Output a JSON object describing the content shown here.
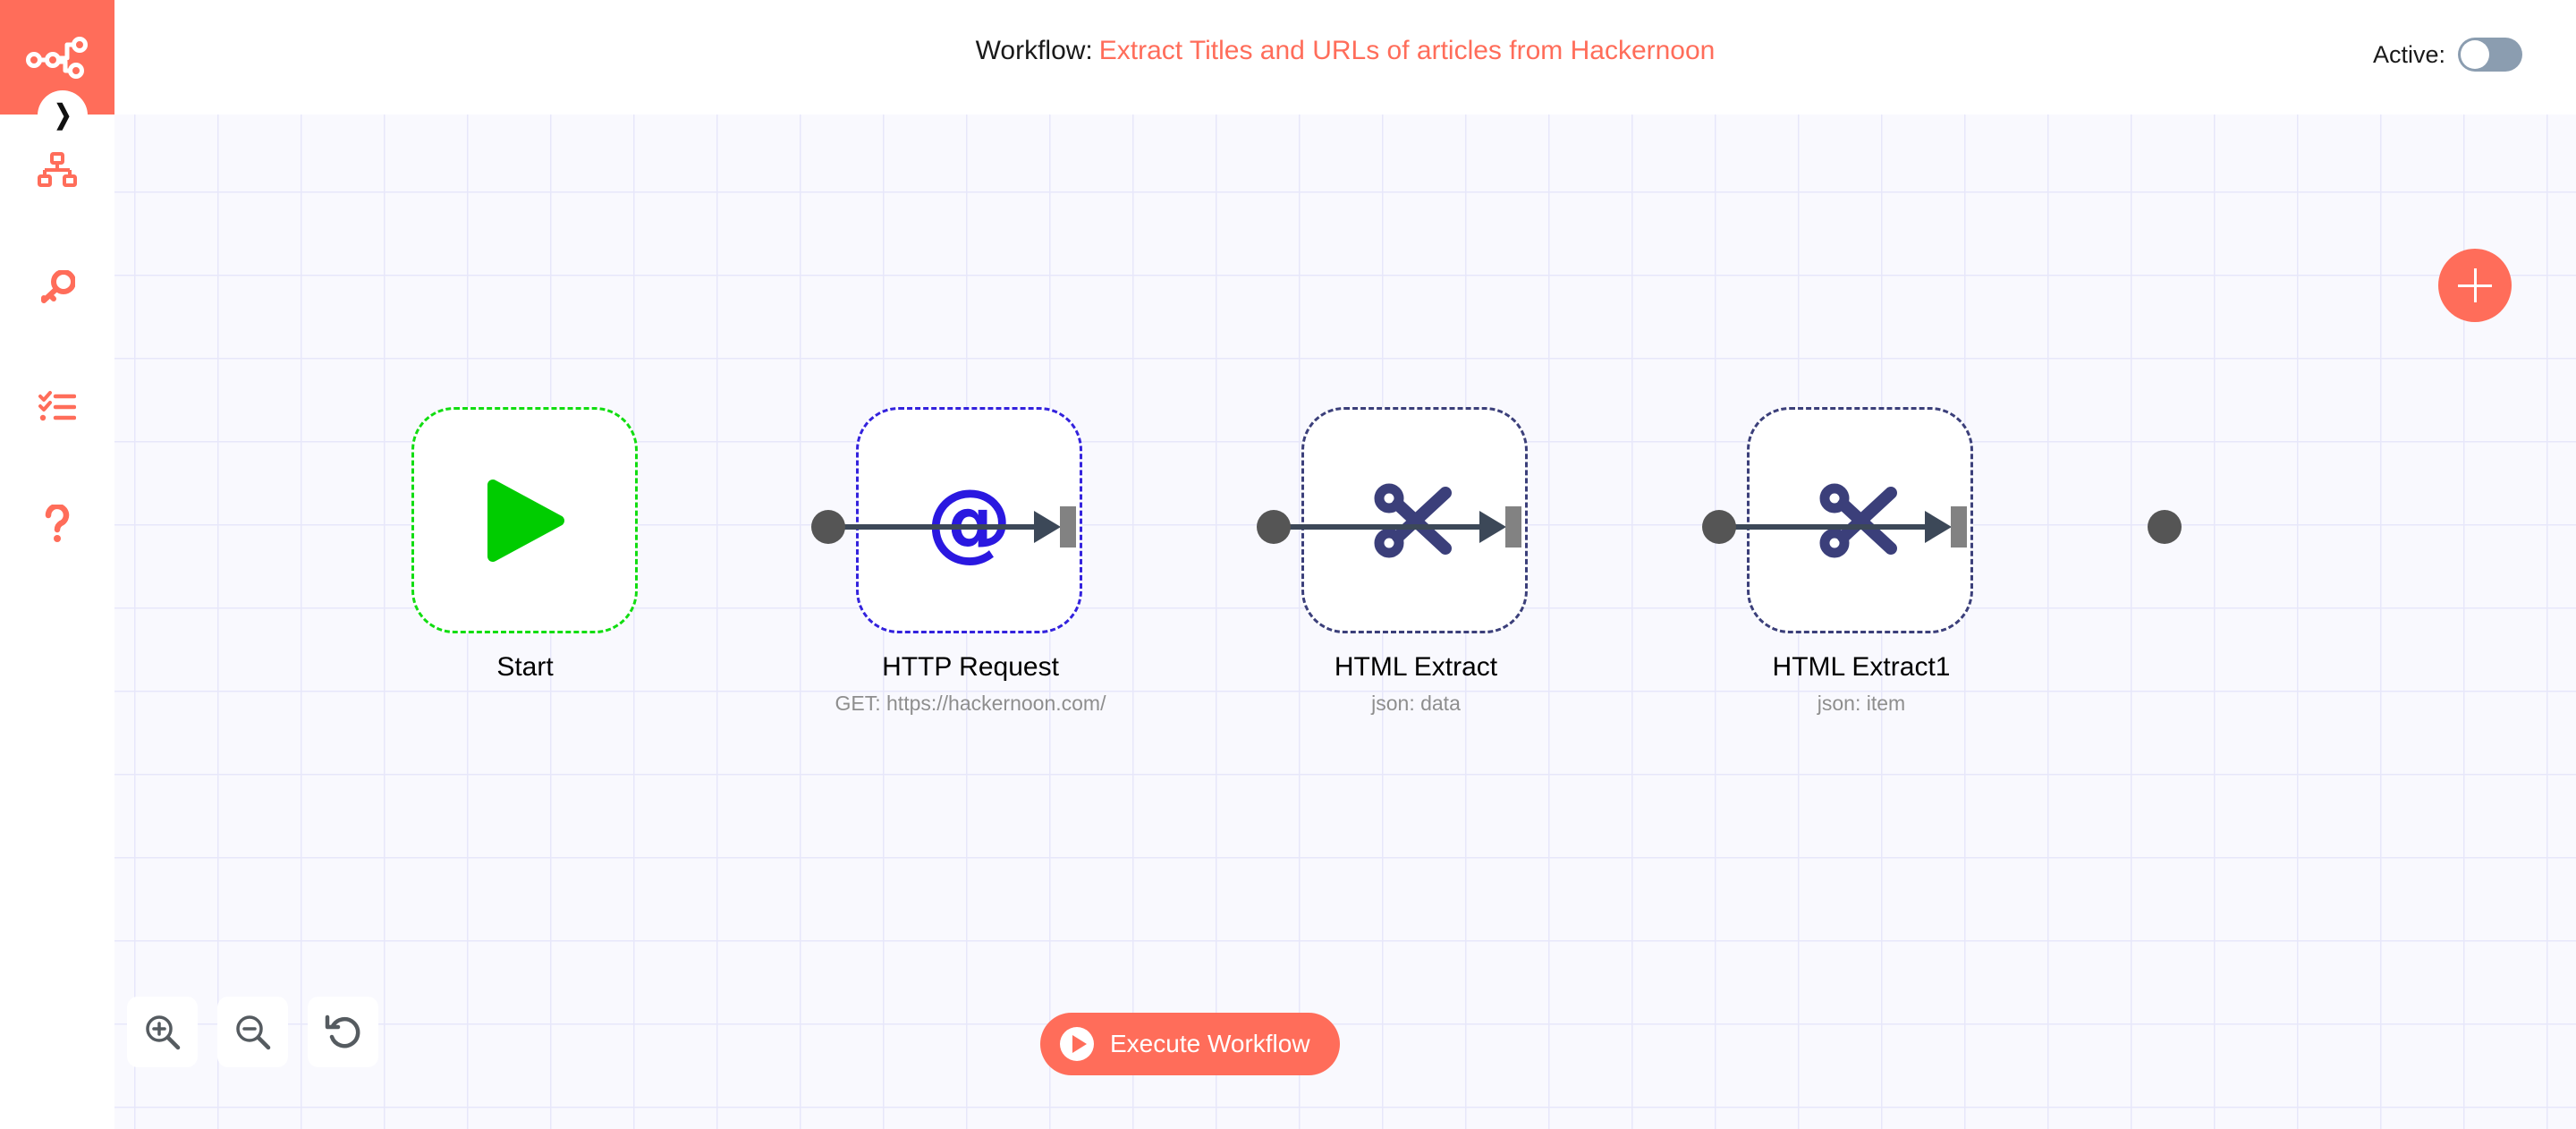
{
  "app": {
    "logo_icon": "workflow-network-icon",
    "accent_color": "#ff6d5a",
    "canvas_bg": "#f9f9fe",
    "grid_color": "#e7e7fa"
  },
  "sidebar": {
    "toggle_icon": "chevron-right-icon",
    "items": [
      {
        "name": "workflows",
        "icon": "sitemap-icon"
      },
      {
        "name": "credentials",
        "icon": "key-icon"
      },
      {
        "name": "executions",
        "icon": "checklist-icon"
      },
      {
        "name": "help",
        "icon": "question-mark-icon"
      }
    ]
  },
  "header": {
    "label": "Workflow:",
    "workflow_name": "Extract Titles and URLs of articles from Hackernoon",
    "active_label": "Active:",
    "active_state": "off",
    "toggle_track_color": "#8b9db0"
  },
  "canvas": {
    "add_button_icon": "plus-icon",
    "nodes": [
      {
        "name": "Start",
        "subtitle": "",
        "icon": "play-triangle-icon",
        "border_color": "#11dd11",
        "icon_color": "#00cc00",
        "has_input": false,
        "has_output": true
      },
      {
        "name": "HTTP Request",
        "subtitle": "GET: https://hackernoon.com/",
        "icon": "at-sign-icon",
        "border_color": "#3322dd",
        "icon_color": "#2a18e0",
        "has_input": true,
        "has_output": true
      },
      {
        "name": "HTML Extract",
        "subtitle": "json: data",
        "icon": "scissors-icon",
        "border_color": "#3b3f7a",
        "icon_color": "#3b3f7a",
        "has_input": true,
        "has_output": true
      },
      {
        "name": "HTML Extract1",
        "subtitle": "json: item",
        "icon": "scissors-icon",
        "border_color": "#3b3f7a",
        "icon_color": "#3b3f7a",
        "has_input": true,
        "has_output": true
      }
    ]
  },
  "controls": {
    "zoom_in_icon": "zoom-in-icon",
    "zoom_out_icon": "zoom-out-icon",
    "reset_icon": "reset-zoom-icon"
  },
  "execute": {
    "label": "Execute Workflow",
    "icon": "play-circle-icon",
    "color": "#ff6d5a"
  }
}
